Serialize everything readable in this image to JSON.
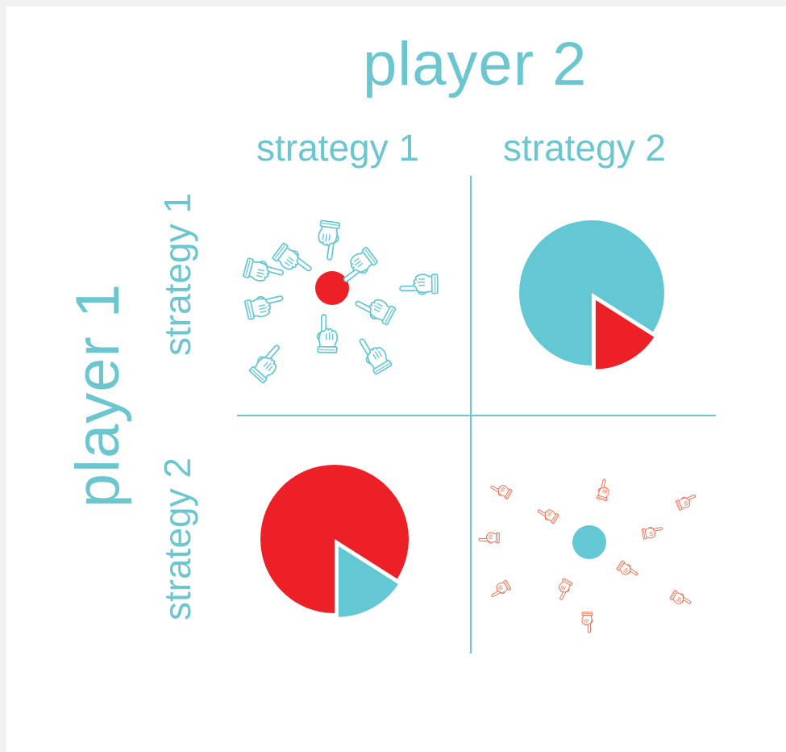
{
  "player_2": {
    "label": "player 2"
  },
  "player_1": {
    "label": "player 1"
  },
  "columns": [
    {
      "label": "strategy 1"
    },
    {
      "label": "strategy 2"
    }
  ],
  "rows": [
    {
      "label": "strategy 1"
    },
    {
      "label": "strategy 2"
    }
  ],
  "colors": {
    "player_1": "#ec2026",
    "player_2": "#63c7d4",
    "grid": "#6cc6d0",
    "text": "#6cc6d0",
    "background": "#ffffff"
  },
  "cells": [
    {
      "row": 1,
      "col": 1,
      "content": "hands-pointing-at-red-dot",
      "hand_color": "#63c7d4",
      "dot_color": "#ec2026",
      "hand_count": 10
    },
    {
      "row": 1,
      "col": 2,
      "content": "pie",
      "main_color": "#63c7d4",
      "slice_color": "#ec2026",
      "slice_fraction": 0.16
    },
    {
      "row": 2,
      "col": 1,
      "content": "pie",
      "main_color": "#ec2026",
      "slice_color": "#63c7d4",
      "slice_fraction": 0.16
    },
    {
      "row": 2,
      "col": 2,
      "content": "hands-pointing-away-from-blue-dot",
      "hand_color": "#f06a4b",
      "dot_color": "#63c7d4",
      "hand_count": 11
    }
  ]
}
